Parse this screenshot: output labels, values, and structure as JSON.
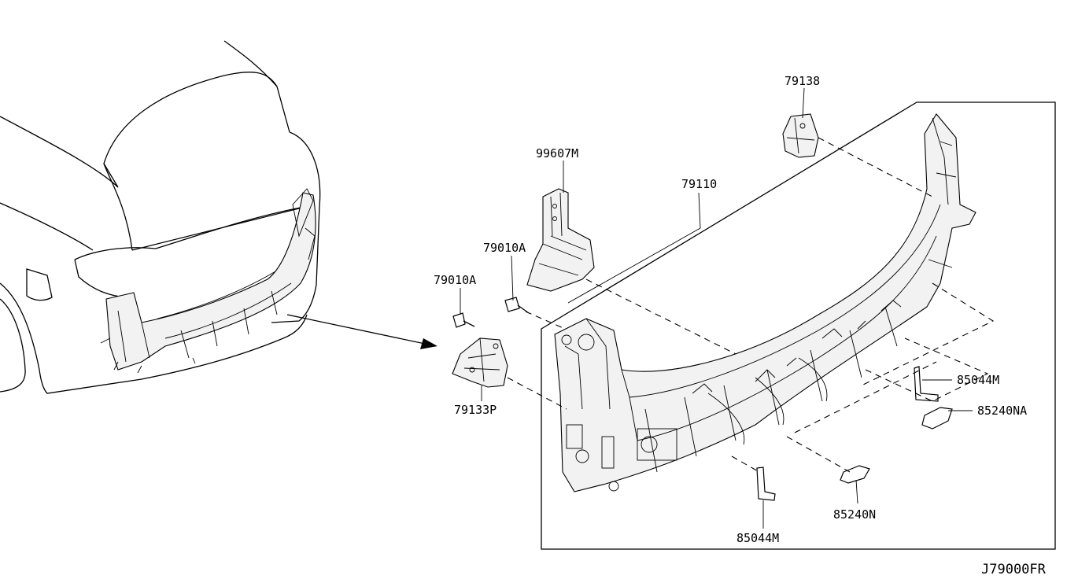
{
  "diagram_code": "J79000FR",
  "callouts": [
    {
      "id": "p79138",
      "label": "79138"
    },
    {
      "id": "p99607m",
      "label": "99607M"
    },
    {
      "id": "p79110",
      "label": "79110"
    },
    {
      "id": "p79010a_upper",
      "label": "79010A"
    },
    {
      "id": "p79010a_lower",
      "label": "79010A"
    },
    {
      "id": "p79133p",
      "label": "79133P"
    },
    {
      "id": "p85044m_right",
      "label": "85044M"
    },
    {
      "id": "p85240na",
      "label": "85240NA"
    },
    {
      "id": "p85044m_bottom",
      "label": "85044M"
    },
    {
      "id": "p85240n",
      "label": "85240N"
    }
  ]
}
